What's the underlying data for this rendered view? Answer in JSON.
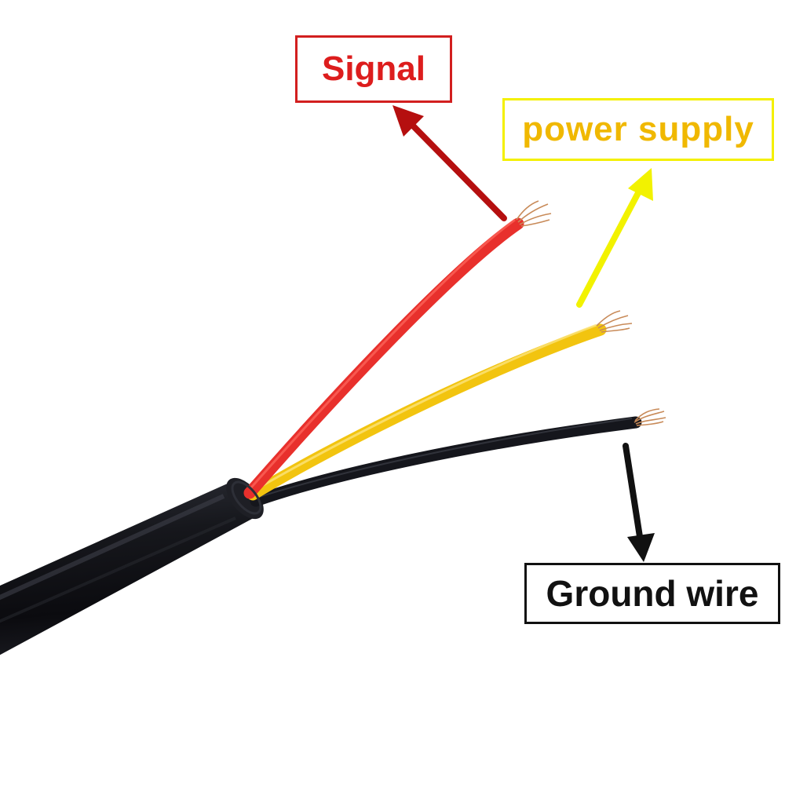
{
  "labels": {
    "signal": "Signal",
    "power": "power supply",
    "ground": "Ground wire"
  },
  "colors": {
    "signal": "#dd1d1d",
    "signal_arrow": "#b50f0f",
    "power": "#f0b800",
    "power_border": "#f4f000",
    "power_arrow": "#f2f200",
    "ground": "#111111",
    "red_wire": "#e8302c",
    "yellow_wire": "#f2c40f",
    "black_wire": "#15161c",
    "cable_sheath": "#14151a",
    "copper": "#c88a58"
  }
}
